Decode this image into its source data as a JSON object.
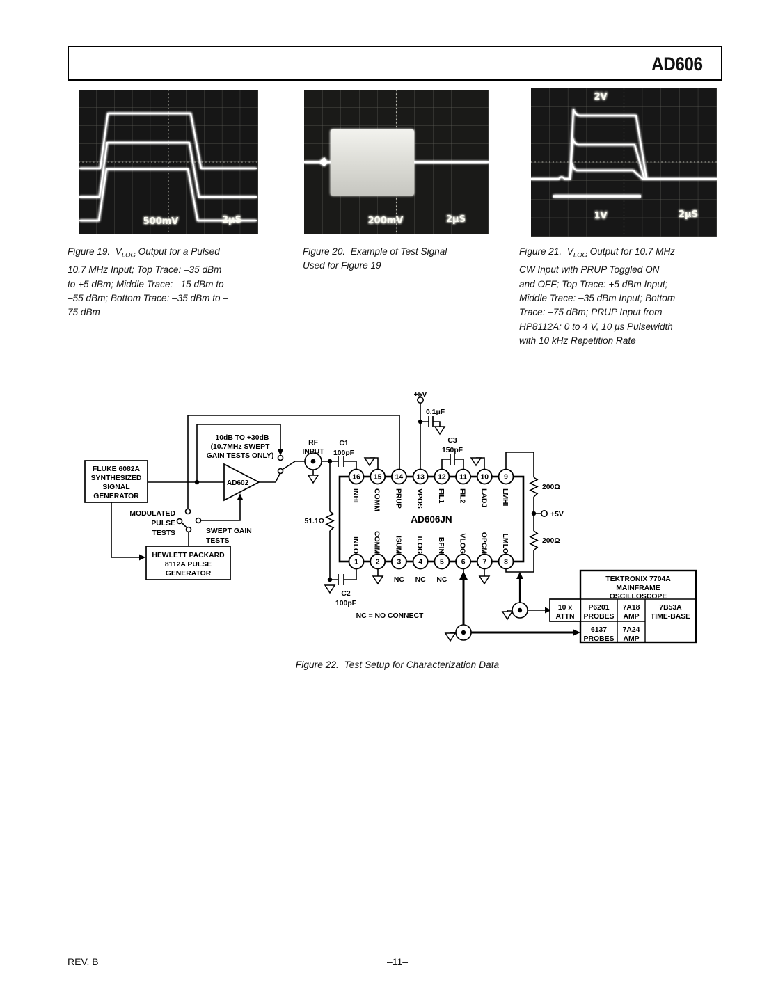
{
  "header": {
    "part": "AD606"
  },
  "scopes": {
    "fig19": {
      "vdiv": "500mV",
      "tdiv": "2μS"
    },
    "fig20": {
      "vdiv": "200mV",
      "tdiv": "2μS"
    },
    "fig21": {
      "vtop": "2V",
      "vbot": "1V",
      "tdiv": "2μS"
    }
  },
  "captions": {
    "fig19": {
      "l1pre": "Figure 19.  V",
      "l1sub": "LOG",
      "l1post": " Output for a Pulsed",
      "l2": "10.7 MHz Input; Top Trace: –35 dBm",
      "l3": "to +5 dBm; Middle Trace: –15 dBm to",
      "l4": "–55 dBm; Bottom Trace: –35 dBm to –",
      "l5": "75 dBm"
    },
    "fig20": {
      "l1": "Figure 20.  Example of Test Signal",
      "l2": "Used for Figure 19"
    },
    "fig21": {
      "l1pre": "Figure 21.  V",
      "l1sub": "LOG",
      "l1post": " Output for 10.7 MHz",
      "l2": "CW Input with PRUP Toggled ON",
      "l3": "and OFF; Top Trace: +5 dBm Input;",
      "l4": "Middle Trace: –35 dBm Input; Bottom",
      "l5": "Trace: –75 dBm; PRUP Input from",
      "l6": "HP8112A: 0 to 4 V, 10 μs Pulsewidth",
      "l7": "with 10 kHz Repetition Rate"
    },
    "fig22": "Figure 22.  Test Setup for Characterization Data"
  },
  "schematic": {
    "fluke": [
      "FLUKE 6082A",
      "SYNTHESIZED",
      "SIGNAL",
      "GENERATOR"
    ],
    "hp": [
      "HEWLETT PACKARD",
      "8112A PULSE",
      "GENERATOR"
    ],
    "gain_note": [
      "–10dB TO +30dB",
      "(10.7MHz SWEPT",
      "GAIN TESTS ONLY)"
    ],
    "modulated": [
      "MODULATED",
      "PULSE",
      "TESTS"
    ],
    "swept": [
      "SWEPT GAIN",
      "TESTS"
    ],
    "amp": "AD602",
    "rf_input": [
      "RF",
      "INPUT"
    ],
    "c1": [
      "C1",
      "100pF"
    ],
    "c2": [
      "C2",
      "100pF"
    ],
    "c3": [
      "C3",
      "150pF"
    ],
    "r_input": "51.1Ω",
    "supply_top": "+5V",
    "decouple": "0.1μF",
    "r_top": "200Ω",
    "r_bottom": "200Ω",
    "supply_right": "+5V",
    "ic": {
      "name": "AD606JN",
      "top_pins": [
        {
          "num": "16",
          "label": "INHI"
        },
        {
          "num": "15",
          "label": "COMM"
        },
        {
          "num": "14",
          "label": "PRUP"
        },
        {
          "num": "13",
          "label": "VPOS"
        },
        {
          "num": "12",
          "label": "FIL1"
        },
        {
          "num": "11",
          "label": "FIL2"
        },
        {
          "num": "10",
          "label": "LADJ"
        },
        {
          "num": "9",
          "label": "LMHI"
        }
      ],
      "bottom_pins": [
        {
          "num": "1",
          "label": "INLO"
        },
        {
          "num": "2",
          "label": "COMM"
        },
        {
          "num": "3",
          "label": "ISUM",
          "nc": "NC"
        },
        {
          "num": "4",
          "label": "ILOG",
          "nc": "NC"
        },
        {
          "num": "5",
          "label": "BFIN",
          "nc": "NC"
        },
        {
          "num": "6",
          "label": "VLOG"
        },
        {
          "num": "7",
          "label": "OPCM"
        },
        {
          "num": "8",
          "label": "LMLO"
        }
      ]
    },
    "nc_note": "NC = NO CONNECT",
    "scope_box": {
      "title": [
        "TEKTRONIX 7704A",
        "MAINFRAME",
        "OSCILLOSCOPE"
      ],
      "attn": [
        "10 x",
        "ATTN"
      ],
      "cells": {
        "p6201": [
          "P6201",
          "PROBES"
        ],
        "a7a18": [
          "7A18",
          "AMP"
        ],
        "b7b53a": [
          "7B53A",
          "TIME-BASE"
        ],
        "p6137": [
          "6137",
          "PROBES"
        ],
        "a7a24": [
          "7A24",
          "AMP"
        ]
      }
    }
  },
  "footer": {
    "rev": "REV. B",
    "page": "–11–"
  }
}
